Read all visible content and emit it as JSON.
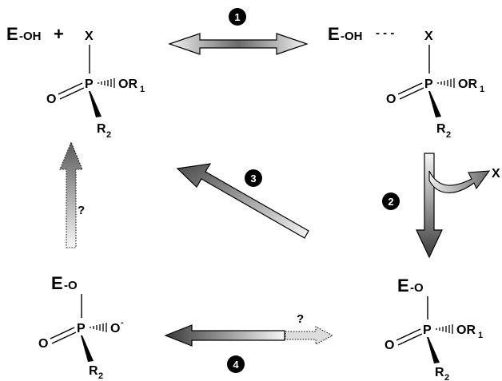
{
  "labels": {
    "e": "E",
    "oh": "-OH",
    "plus": "+",
    "dashes": "- - -",
    "o_link": "-O",
    "x": "X",
    "o": "O",
    "p": "P",
    "or": "OR",
    "r": "R",
    "o_minus": "O",
    "minus": "-",
    "sub1": "1",
    "sub2": "2",
    "question": "?"
  },
  "steps": [
    "1",
    "2",
    "3",
    "4"
  ],
  "colors": {
    "ink": "#000000",
    "arrow_dark": "#3a3a3a",
    "arrow_light": "#f2f2f2",
    "marker": "#000000"
  }
}
